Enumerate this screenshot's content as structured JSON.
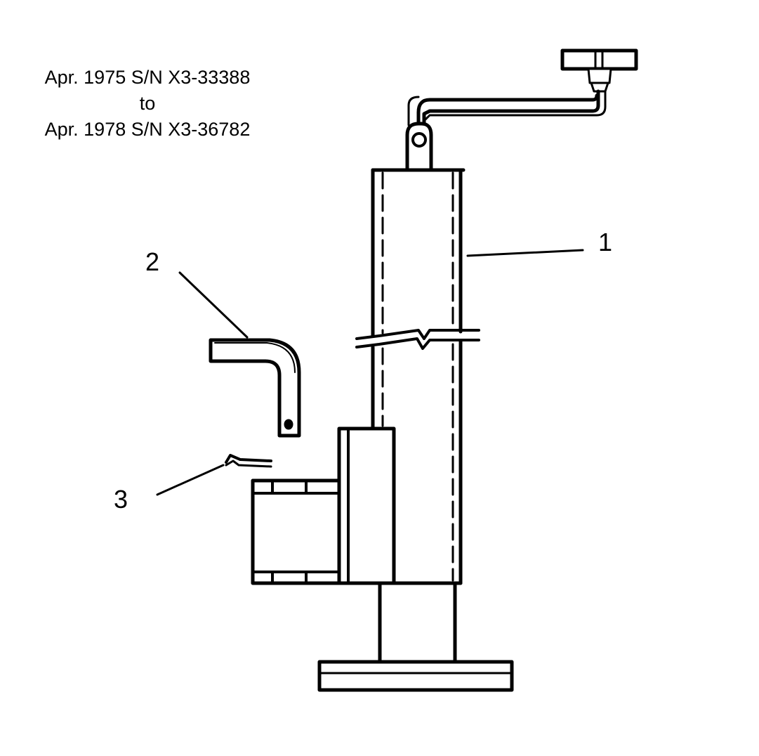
{
  "caption": {
    "line1": "Apr. 1975 S/N X3-33388",
    "line2": "to",
    "line3": "Apr. 1978 S/N X3-36782"
  },
  "callouts": [
    {
      "id": "1",
      "label": "1"
    },
    {
      "id": "2",
      "label": "2"
    },
    {
      "id": "3",
      "label": "3"
    }
  ],
  "colors": {
    "line": "#000000",
    "background": "#ffffff"
  }
}
